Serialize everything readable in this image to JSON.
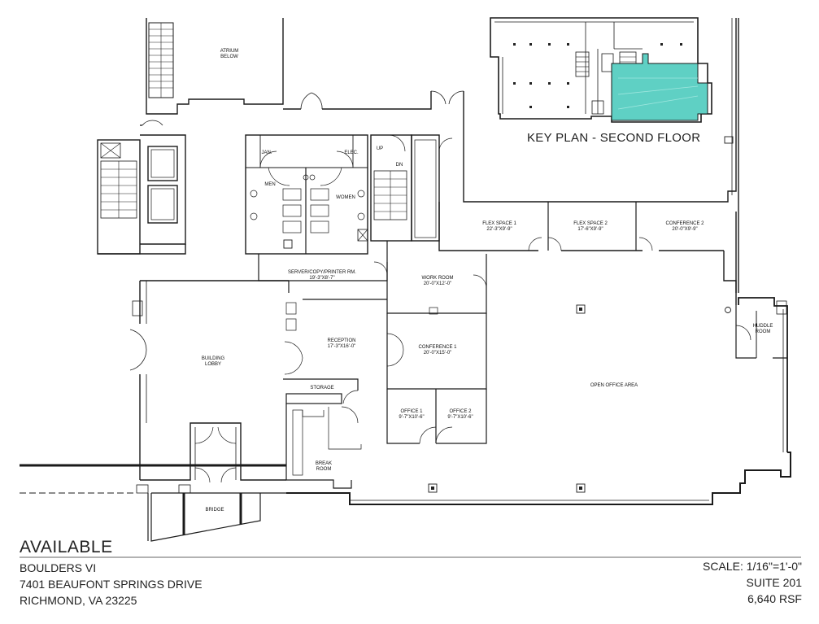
{
  "key_plan": {
    "title": "KEY PLAN - SECOND FLOOR",
    "highlight_color": "#5fd0c4"
  },
  "rooms": {
    "atrium": {
      "name": "ATRIUM",
      "sub": "BELOW"
    },
    "jan": "JAN.",
    "elec": "ELEC.",
    "men": "MEN",
    "women": "WOMEN",
    "up": "UP",
    "dn": "DN",
    "flex1": {
      "name": "FLEX SPACE 1",
      "dims": "22'-3\"X9'-9\""
    },
    "flex2": {
      "name": "FLEX SPACE 2",
      "dims": "17'-6\"X9'-9\""
    },
    "conf2": {
      "name": "CONFERENCE 2",
      "dims": "20'-0\"X9'-9\""
    },
    "server": {
      "name": "SERVER/COPY/PRINTER RM.",
      "dims": "19'-3\"X8'-7\""
    },
    "work": {
      "name": "WORK ROOM",
      "dims": "20'-0\"X12'-0\""
    },
    "reception": {
      "name": "RECEPTION",
      "dims": "17'-3\"X16'-0\""
    },
    "conf1": {
      "name": "CONFERENCE 1",
      "dims": "20'-0\"X15'-0\""
    },
    "lobby": {
      "name": "BUILDING",
      "sub": "LOBBY"
    },
    "huddle": {
      "name": "HUDDLE",
      "sub": "ROOM"
    },
    "open_office": "OPEN OFFICE AREA",
    "storage": "STORAGE",
    "office1": {
      "name": "OFFICE 1",
      "dims": "9'-7\"X10'-6\""
    },
    "office2": {
      "name": "OFFICE 2",
      "dims": "9'-7\"X10'-6\""
    },
    "break": {
      "name": "BREAK",
      "sub": "ROOM"
    },
    "bridge": "BRIDGE"
  },
  "title_block": {
    "status": "AVAILABLE",
    "building": "BOULDERS VI",
    "address": "7401 BEAUFONT SPRINGS DRIVE",
    "city": "RICHMOND, VA 23225",
    "scale": "SCALE: 1/16\"=1'-0\"",
    "suite": "SUITE 201",
    "area": "6,640 RSF"
  }
}
